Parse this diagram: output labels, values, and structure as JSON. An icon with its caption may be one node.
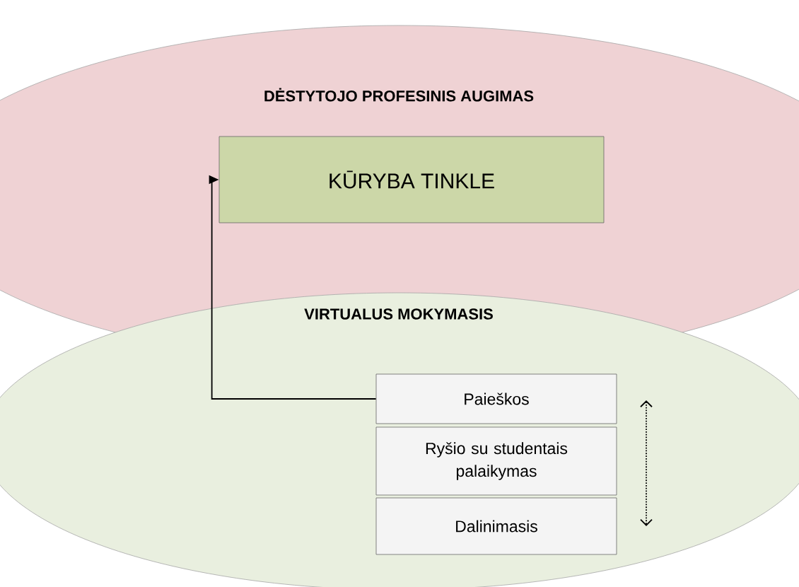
{
  "diagram": {
    "nodes": [
      {
        "text": [
          "DĖSTYTOJO PROFESINIS AUGIMAS"
        ]
      },
      {
        "text": [
          "KŪRYBA TINKLE"
        ],
        "in": 0
      },
      {
        "text": [
          "VIRTUALUS MOKYMASIS"
        ]
      },
      {
        "text": [
          "Paieškos"
        ],
        "in": 2
      },
      {
        "text": [
          "Ryšio su studentais palaikymas"
        ],
        "in": 2
      },
      {
        "text": [
          "Dalinimasis"
        ],
        "in": 2
      }
    ],
    "edges": [
      {
        "from": 3,
        "to": 1,
        "arrow": "to"
      }
    ]
  }
}
